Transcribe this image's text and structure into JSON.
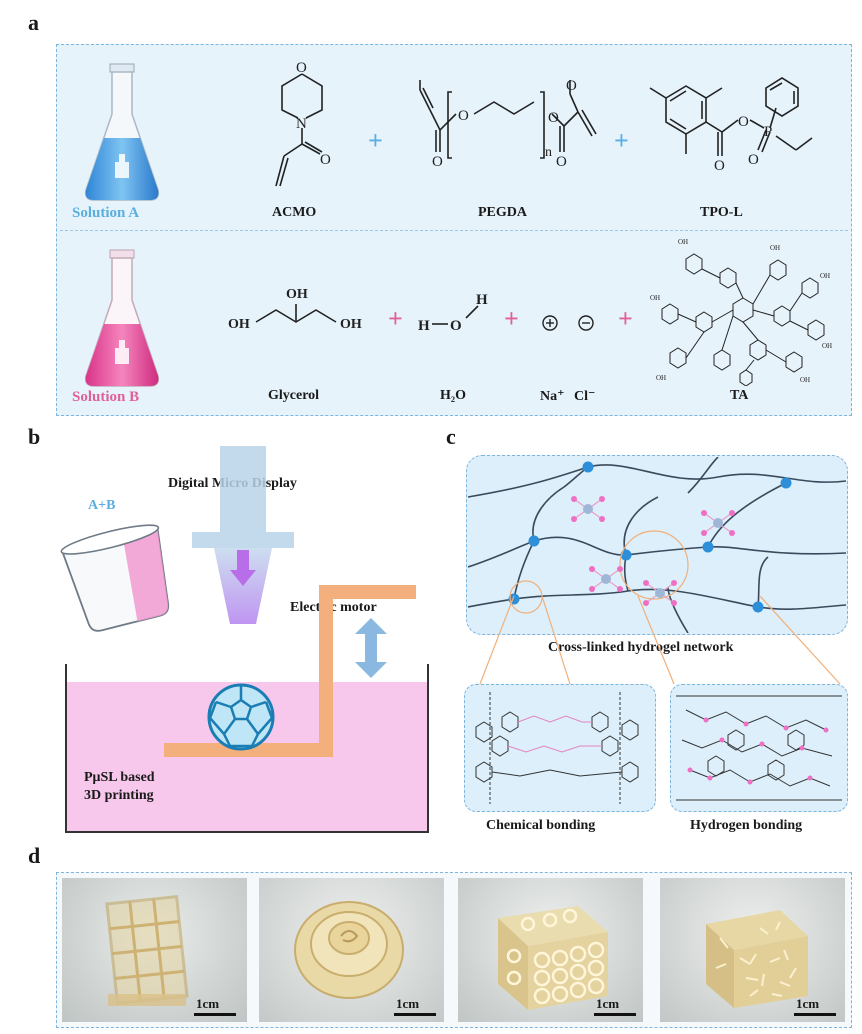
{
  "panels": {
    "a": "a",
    "b": "b",
    "c": "c",
    "d": "d"
  },
  "panel_a": {
    "solution_a": "Solution A",
    "solution_b": "Solution B",
    "row1": [
      "ACMO",
      "PEGDA",
      "TPO-L"
    ],
    "row2": [
      "Glycerol",
      "H₂O",
      "Na⁺",
      "Cl⁻",
      "TA"
    ],
    "plus": "+",
    "colors": {
      "blue": "#5aaee0",
      "pink": "#e0609a",
      "box_bg": "#e6f3fb"
    }
  },
  "panel_b": {
    "display": "Digital Micro Display",
    "mix": "A+B",
    "motor": "Electric motor",
    "printing_line1": "PμSL based",
    "printing_line2": "3D printing"
  },
  "panel_c": {
    "network": "Cross-linked hydrogel network",
    "chemical": "Chemical bonding",
    "hydrogen": "Hydrogen bonding"
  },
  "panel_d": {
    "scale_bars": [
      "1cm",
      "1cm",
      "1cm",
      "1cm"
    ]
  },
  "atoms": {
    "O": "O",
    "N": "N",
    "OH": "OH",
    "H": "H",
    "P": "P",
    "n": "n"
  }
}
